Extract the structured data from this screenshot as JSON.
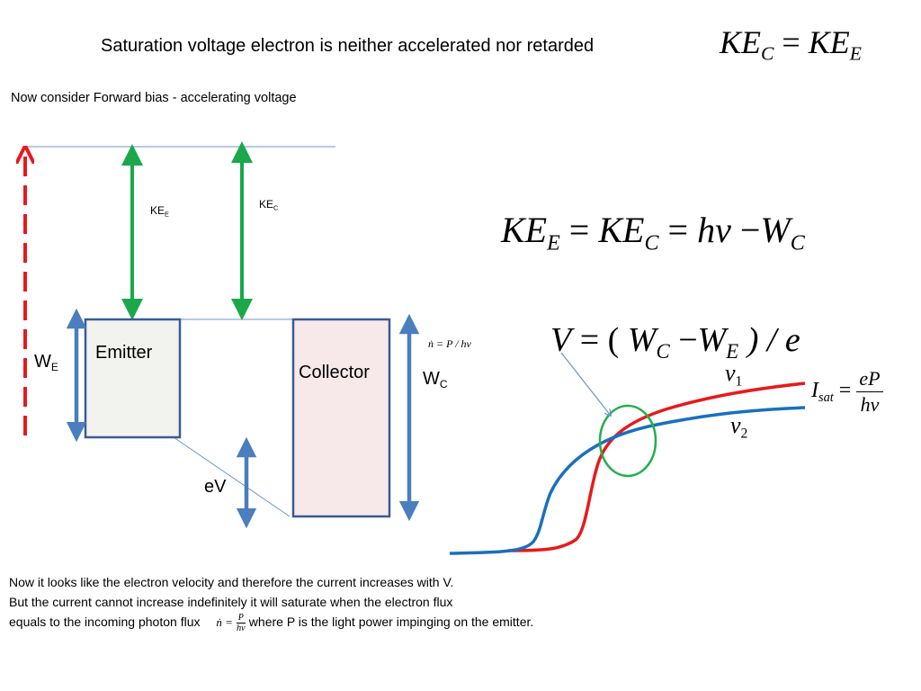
{
  "heading": {
    "title": "Saturation  voltage  electron is neither accelerated nor retarded",
    "eq_ke_c": "KE",
    "eq_c_sub": "C",
    "eq_equals": "=",
    "eq_ke_e": "KE",
    "eq_e_sub": "E"
  },
  "subtitle": "Now consider Forward bias -  accelerating voltage",
  "diagram": {
    "ke_e_label": "KE",
    "ke_e_sub": "E",
    "ke_c_label": "KE",
    "ke_c_sub": "C",
    "we_label": "W",
    "we_sub": "E",
    "wc_label": "W",
    "wc_sub": "C",
    "emitter_label": "Emitter",
    "collector_label": "Collector",
    "ev_label": "eV",
    "ndot_formula": "ṅ = P / hν",
    "colors": {
      "energy_arrow": "#1aa84a",
      "level_arrow": "#4a7ebf",
      "vacuum_arrow": "#e8191c",
      "box_border": "#3b5b93",
      "emitter_fill": "#f2f2ee",
      "collector_fill": "#f7e8ea",
      "level_line": "#6b96c9"
    }
  },
  "equations": {
    "energy": {
      "ke_e": "KE",
      "ke_e_sub": "E",
      "eq1": " = ",
      "ke_c": "KE",
      "ke_c_sub": "C",
      "eq2": " = ",
      "hv": "hν",
      "minus": " −",
      "w": "W",
      "w_sub": "C"
    },
    "voltage": {
      "v": "V",
      "eq": " = ( ",
      "wc": "W",
      "wc_sub": "C",
      "minus": " −",
      "we": "W",
      "we_sub": "E",
      "tail": " ) / e"
    }
  },
  "curves": {
    "nu1_label": "ν",
    "nu1_sub": "1",
    "nu2_label": "ν",
    "nu2_sub": "2",
    "isat_label": "I",
    "isat_sub": "sat",
    "isat_eq": " = ",
    "isat_num": "eP",
    "isat_den": "hν",
    "colors": {
      "red_curve": "#e8191c",
      "blue_curve": "#1a6fbf",
      "circle": "#21b04b",
      "pointer": "#6b96c9"
    }
  },
  "notes": {
    "line1": "Now it looks like the electron velocity and therefore the current increases with  V.",
    "line2": " But the current cannot increase indefinitely  it will saturate when the electron flux",
    "line3_pre": "equals to the incoming photon flux",
    "flux_lhs": "ṅ =",
    "flux_num": "P",
    "flux_den": "hν",
    "line3_post": " where  P is the light power  impinging on the emitter."
  }
}
